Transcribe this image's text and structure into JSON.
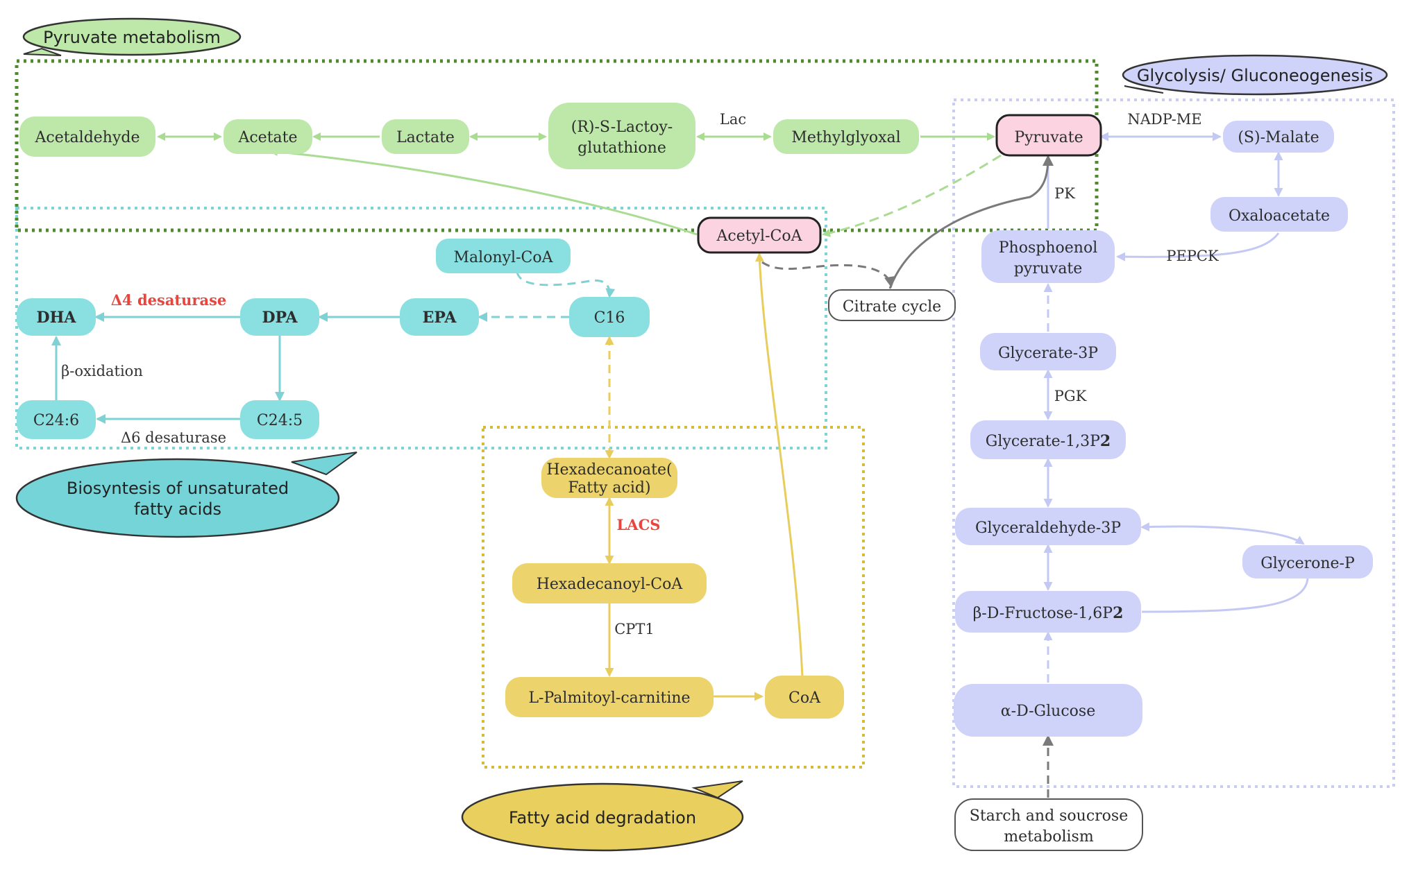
{
  "colors": {
    "green_fill": "#bde8a9",
    "green_line": "#a9dc92",
    "green_border": "#4e8a2e",
    "cyan_fill": "#8adfe0",
    "cyan_line": "#7fd2d4",
    "cyan_border": "#7dd3d6",
    "yellow_fill": "#ecd36c",
    "yellow_line": "#e9cd5c",
    "yellow_border": "#d9b93a",
    "lavender_fill": "#cfd3fa",
    "lavender_line": "#c4c9f4",
    "lavender_border": "#c9cdf1",
    "pink_fill": "#fbd3e1",
    "red_text": "#e8453c",
    "grey_line": "#7a7a7a"
  },
  "bubbles": {
    "pyruvate_metabolism": "Pyruvate metabolism",
    "glycolysis": "Glycolysis/ Gluconeogenesis",
    "unsaturated_line1": "Biosyntesis of unsaturated",
    "unsaturated_line2": "fatty acids",
    "fatty_acid_degradation": "Fatty acid degradation"
  },
  "nodes": {
    "acetaldehyde": "Acetaldehyde",
    "acetate": "Acetate",
    "lactate": "Lactate",
    "lactoy_line1": "(R)-S-Lactoy-",
    "lactoy_line2": "glutathione",
    "methylglyoxal": "Methylglyoxal",
    "pyruvate": "Pyruvate",
    "s_malate": "(S)-Malate",
    "oxaloacetate": "Oxaloacetate",
    "phosphoenol_line1": "Phosphoenol",
    "phosphoenol_line2": "pyruvate",
    "acetyl_coa": "Acetyl-CoA",
    "malonyl_coa": "Malonyl-CoA",
    "citrate_cycle": "Citrate cycle",
    "dha": "DHA",
    "dpa": "DPA",
    "epa": "EPA",
    "c16": "C16",
    "c24_6": "C24:6",
    "c24_5": "C24:5",
    "hexadecanoate_line1": "Hexadecanoate(",
    "hexadecanoate_line2": "Fatty acid)",
    "hexadecanoyl_coa": "Hexadecanoyl-CoA",
    "palmitoyl_carnitine": "L-Palmitoyl-carnitine",
    "coa": "CoA",
    "glycerate_3p": "Glycerate-3P",
    "glycerate_13p2": "Glycerate-1,3P",
    "glycerate_13p2_sub": "2",
    "glyceraldehyde_3p": "Glyceraldehyde-3P",
    "glycerone_p": "Glycerone-P",
    "fructose_16p2": "β-D-Fructose-1,6P",
    "fructose_16p2_sub": "2",
    "glucose": "α-D-Glucose",
    "starch_line1": "Starch and soucrose",
    "starch_line2": "metabolism"
  },
  "labels": {
    "lac": "Lac",
    "nadp_me": "NADP-ME",
    "pk": "PK",
    "pepck": "PEPCK",
    "pgk": "PGK",
    "d4_desaturase": "Δ4 desaturase",
    "d6_desaturase": "Δ6 desaturase",
    "beta_oxidation": "β-oxidation",
    "lacs": "LACS",
    "cpt1": "CPT1"
  }
}
